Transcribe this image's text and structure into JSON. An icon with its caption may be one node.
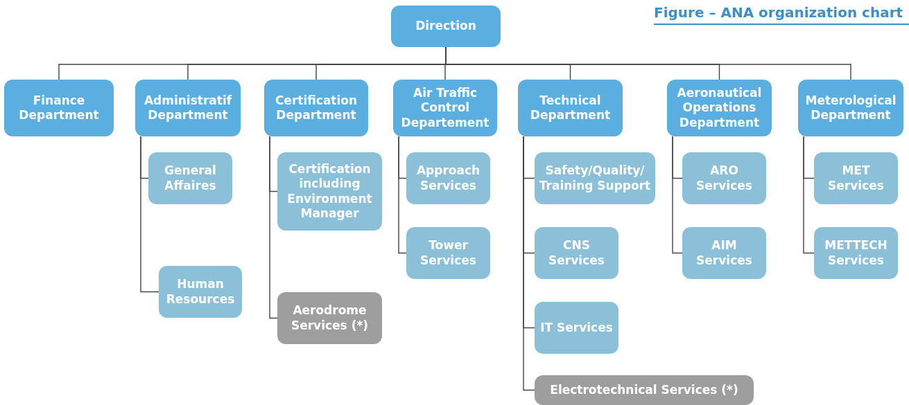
{
  "diagram": {
    "title": "Figure – ANA organization chart",
    "nodes": [
      {
        "text": [
          "Direction"
        ]
      },
      {
        "text": [
          "Finance Department"
        ]
      },
      {
        "text": [
          "Administratif Department"
        ]
      },
      {
        "text": [
          "Certification Department"
        ]
      },
      {
        "text": [
          "Air Traffic Control Departement"
        ]
      },
      {
        "text": [
          "Technical Department"
        ]
      },
      {
        "text": [
          "Aeronautical Operations Department"
        ]
      },
      {
        "text": [
          "Meterological Department"
        ]
      },
      {
        "text": [
          "General Affaires"
        ]
      },
      {
        "text": [
          "Human Resources"
        ]
      },
      {
        "text": [
          "Certification including Environment Manager"
        ]
      },
      {
        "text": [
          "Aerodrome Services (*)"
        ]
      },
      {
        "text": [
          "Approach Services"
        ]
      },
      {
        "text": [
          "Tower Services"
        ]
      },
      {
        "text": [
          "Safety/Quality/ Training Support"
        ]
      },
      {
        "text": [
          "CNS Services"
        ]
      },
      {
        "text": [
          "IT Services"
        ]
      },
      {
        "text": [
          "Electrotechnical Services (*)"
        ]
      },
      {
        "text": [
          "ARO Services"
        ]
      },
      {
        "text": [
          "AIM Services"
        ]
      },
      {
        "text": [
          "MET Services"
        ]
      },
      {
        "text": [
          "METTECH Services"
        ]
      }
    ],
    "edges": [
      {
        "from": 0,
        "to": 1,
        "arrow": "none"
      },
      {
        "from": 0,
        "to": 2,
        "arrow": "none"
      },
      {
        "from": 0,
        "to": 3,
        "arrow": "none"
      },
      {
        "from": 0,
        "to": 4,
        "arrow": "none"
      },
      {
        "from": 0,
        "to": 5,
        "arrow": "none"
      },
      {
        "from": 0,
        "to": 6,
        "arrow": "none"
      },
      {
        "from": 0,
        "to": 7,
        "arrow": "none"
      },
      {
        "from": 2,
        "to": 8,
        "arrow": "none"
      },
      {
        "from": 2,
        "to": 9,
        "arrow": "none"
      },
      {
        "from": 3,
        "to": 10,
        "arrow": "none"
      },
      {
        "from": 3,
        "to": 11,
        "arrow": "none"
      },
      {
        "from": 4,
        "to": 12,
        "arrow": "none"
      },
      {
        "from": 4,
        "to": 13,
        "arrow": "none"
      },
      {
        "from": 5,
        "to": 14,
        "arrow": "none"
      },
      {
        "from": 5,
        "to": 15,
        "arrow": "none"
      },
      {
        "from": 5,
        "to": 16,
        "arrow": "none"
      },
      {
        "from": 5,
        "to": 17,
        "arrow": "none"
      },
      {
        "from": 6,
        "to": 18,
        "arrow": "none"
      },
      {
        "from": 6,
        "to": 19,
        "arrow": "none"
      },
      {
        "from": 7,
        "to": 20,
        "arrow": "none"
      },
      {
        "from": 7,
        "to": 21,
        "arrow": "none"
      }
    ]
  }
}
